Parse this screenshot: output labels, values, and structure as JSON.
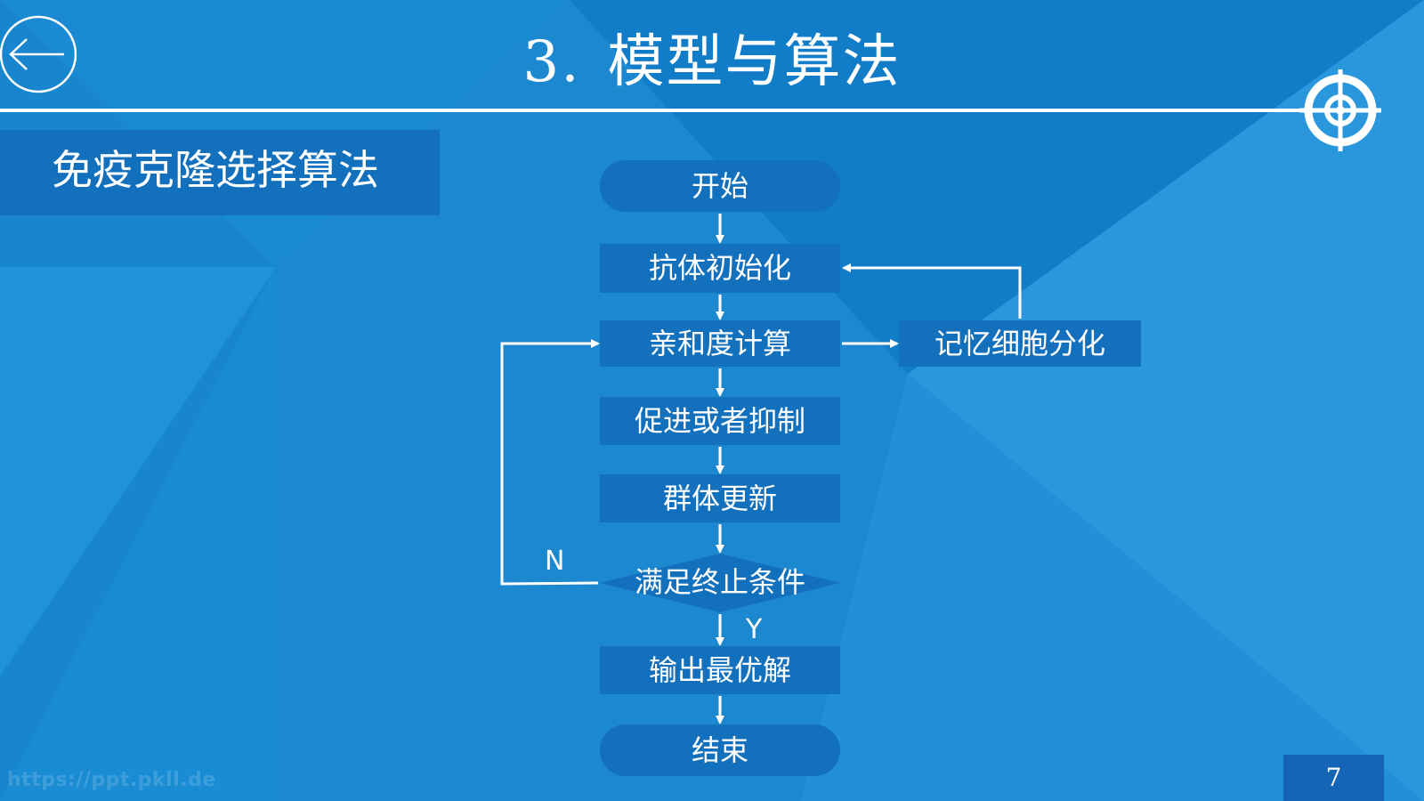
{
  "header": {
    "title_number": "3.",
    "title_text": "模型与算法",
    "back_icon": "arrow-left-icon",
    "target_icon": "crosshair-target-icon"
  },
  "section": {
    "label": "免疫克隆选择算法"
  },
  "flowchart": {
    "nodes": {
      "start": "开始",
      "init": "抗体初始化",
      "affinity": "亲和度计算",
      "memory": "记忆细胞分化",
      "promote": "促进或者抑制",
      "update": "群体更新",
      "condition": "满足终止条件",
      "output": "输出最优解",
      "end": "结束"
    },
    "branch_no": "N",
    "branch_yes": "Y"
  },
  "footer": {
    "watermark": "https://ppt.pkll.de",
    "page_number": "7"
  },
  "colors": {
    "background": "#1786cf",
    "node_fill": "#1370bd",
    "line": "#ffffff"
  }
}
